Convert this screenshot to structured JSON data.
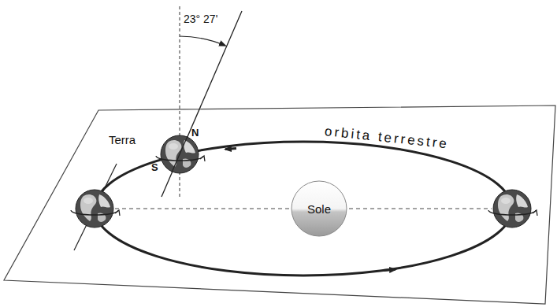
{
  "diagram": {
    "nodes": [
      {
        "text": [
          "Sole"
        ]
      }
    ],
    "labels": [
      "23° 27'",
      "Terra",
      "N",
      "S",
      "orbita terrestre"
    ]
  }
}
